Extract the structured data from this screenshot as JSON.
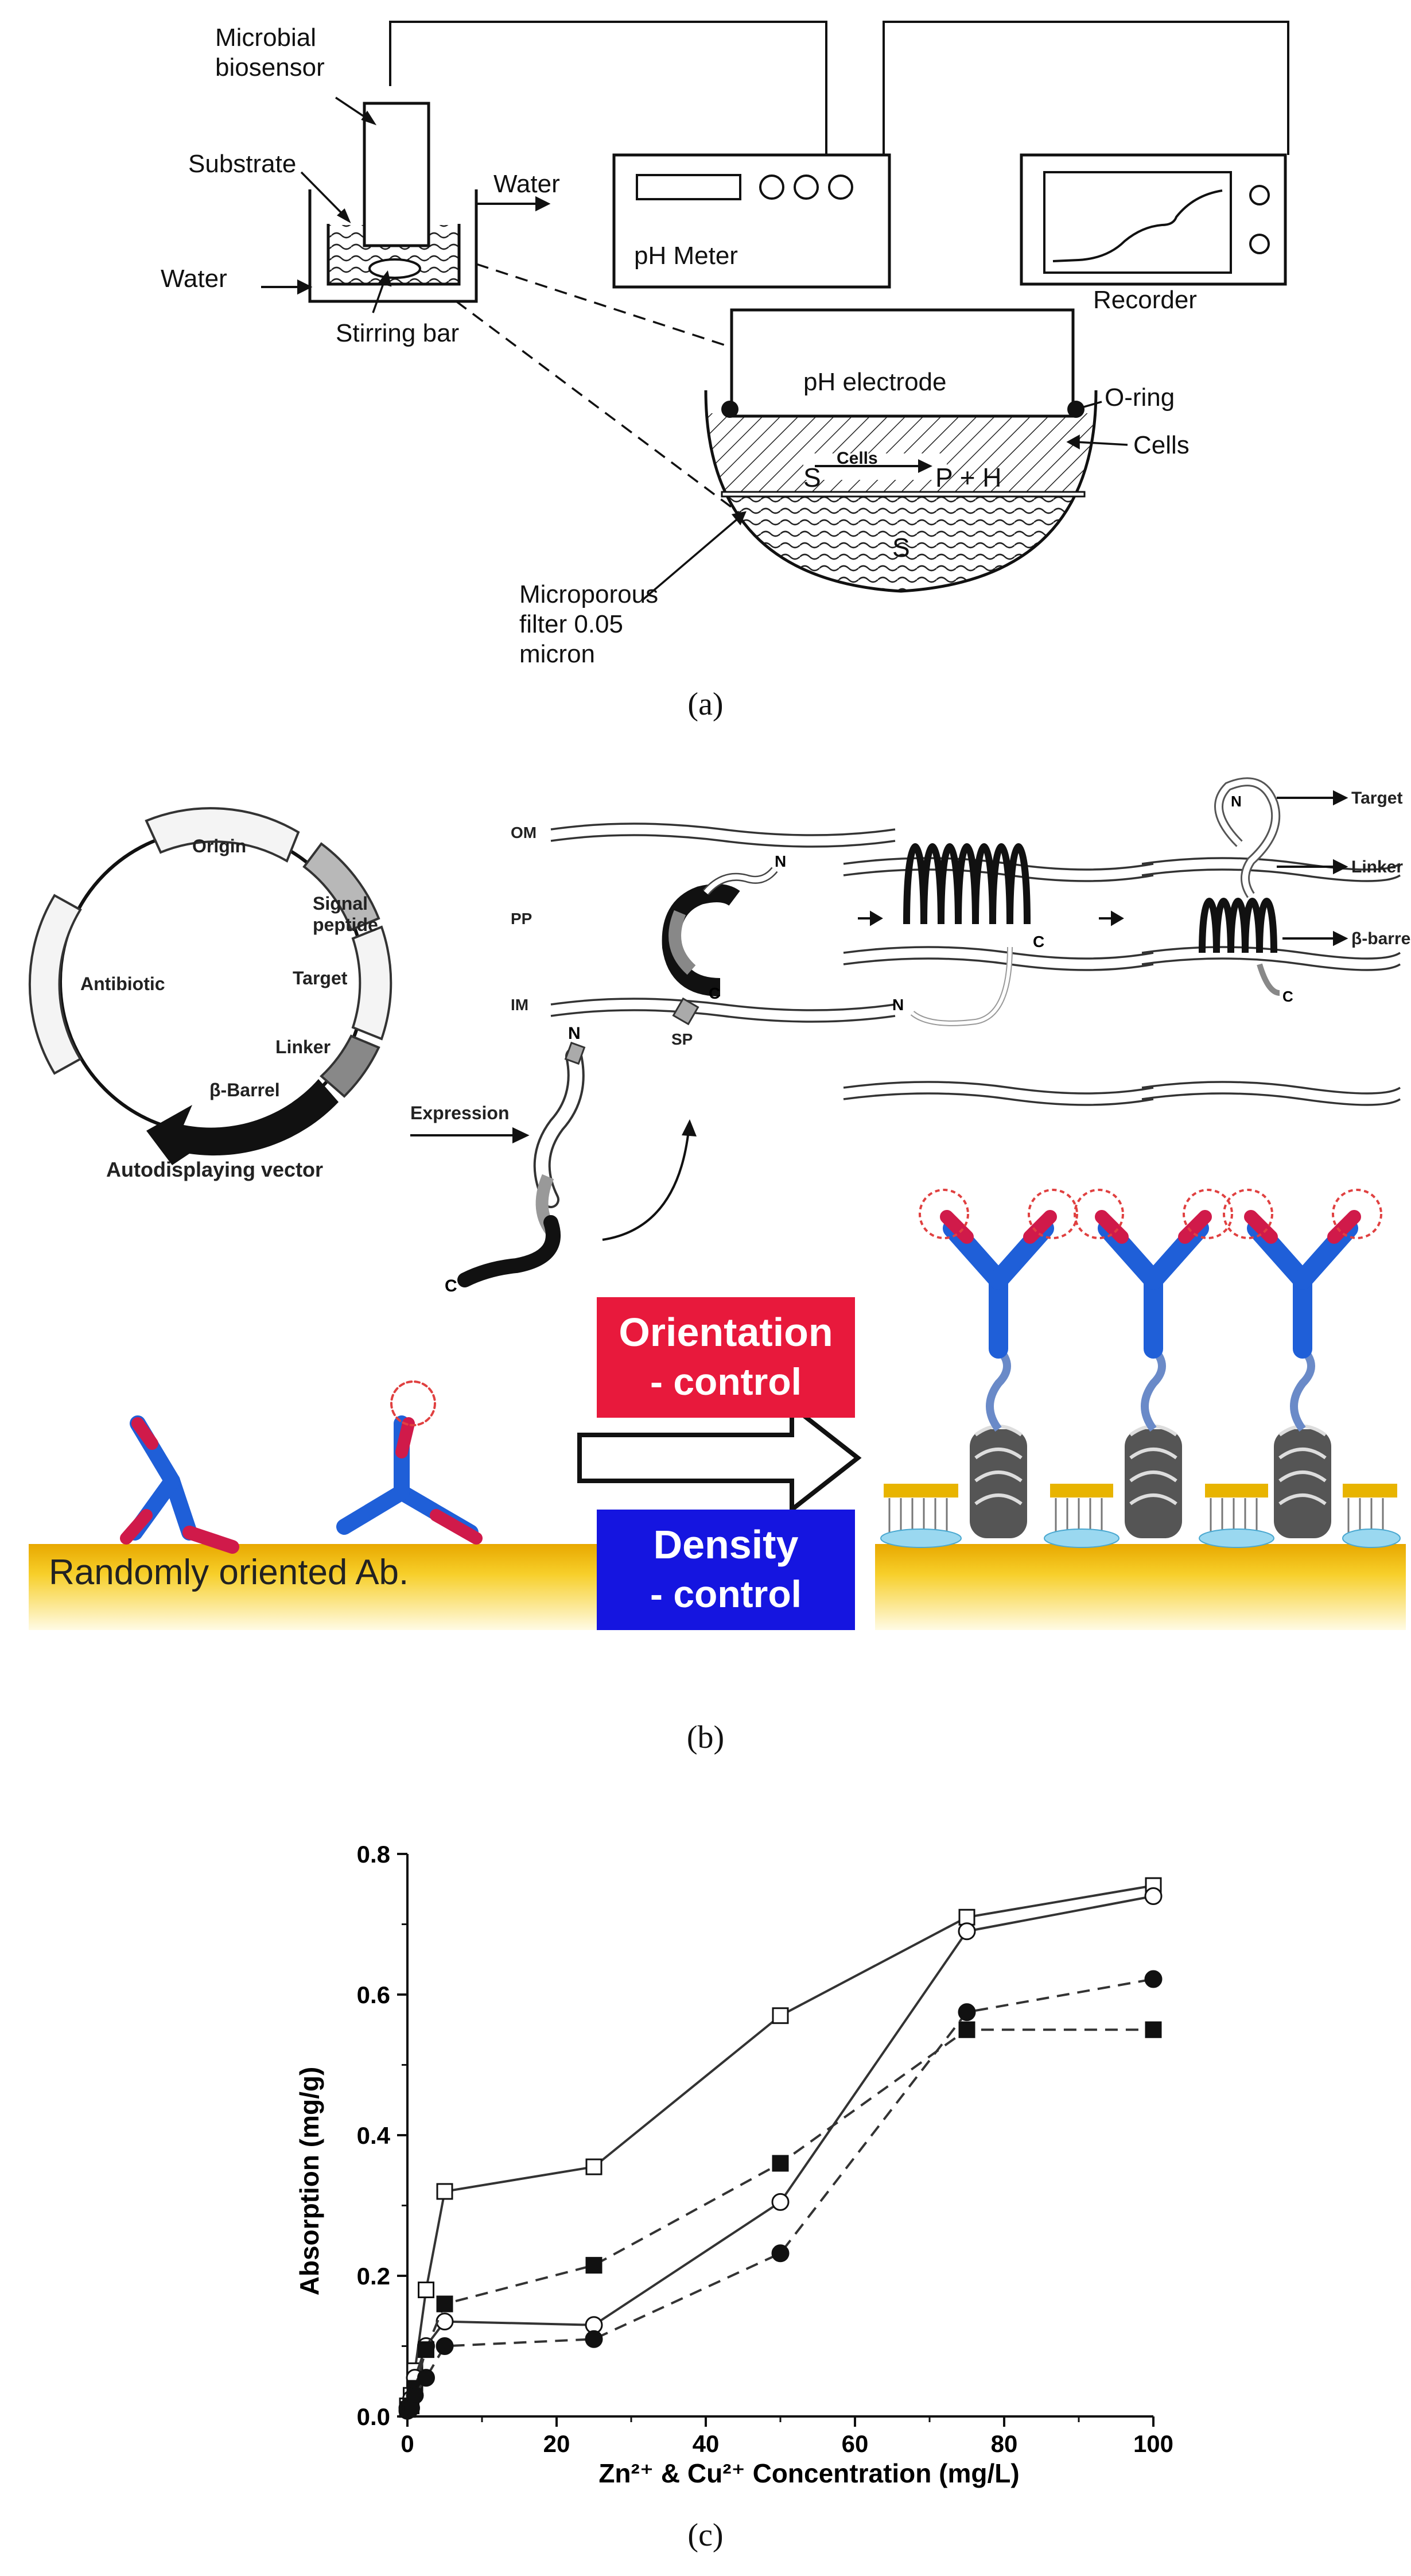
{
  "panel_a": {
    "caption": "(a)",
    "microbial_biosensor_line1": "Microbial",
    "microbial_biosensor_line2": "biosensor",
    "substrate": "Substrate",
    "water_out": "Water",
    "water_in": "Water",
    "stirring_bar": "Stirring bar",
    "ph_meter": "pH Meter",
    "recorder": "Recorder",
    "ph_electrode": "pH electrode",
    "o_ring": "O-ring",
    "cells": "Cells",
    "cells_inner": "Cells",
    "reaction_s": "S",
    "reaction_products": "P + H",
    "s_lower": "S",
    "filter_line1": "Microporous",
    "filter_line2": "filter 0.05",
    "filter_line3": "micron"
  },
  "panel_b": {
    "caption": "(b)",
    "origin": "Origin",
    "signal_peptide_line1": "Signal",
    "signal_peptide_line2": "peptide",
    "antibiotic": "Antibiotic",
    "target": "Target",
    "linker": "Linker",
    "beta_barrel": "β-Barrel",
    "vector": "Autodisplaying vector",
    "expression": "Expression",
    "om": "OM",
    "pp": "PP",
    "im": "IM",
    "sp": "SP",
    "n1": "N",
    "c1": "C",
    "n2": "N",
    "c2": "C",
    "n3": "N",
    "c3": "C",
    "n4": "N",
    "c4": "C",
    "right_target": "Target",
    "right_linker": "Linker",
    "right_barrel": "β-barrel",
    "orientation_line1": "Orientation",
    "orientation_line2": "- control",
    "density_line1": "Density",
    "density_line2": "- control",
    "random_ab": "Randomly oriented Ab.",
    "colors": {
      "red_box": "#e8193c",
      "blue_box": "#1515e0",
      "gold_surface": "#f5c518"
    }
  },
  "panel_c": {
    "caption": "(c)"
  },
  "chart_data": {
    "type": "line",
    "xlabel": "Zn²⁺ & Cu²⁺ Concentration (mg/L)",
    "ylabel": "Absorption (mg/g)",
    "xlim": [
      0,
      100
    ],
    "ylim": [
      0,
      0.8
    ],
    "xticks": [
      "0",
      "20",
      "40",
      "60",
      "80",
      "100"
    ],
    "yticks": [
      "0.0",
      "0.2",
      "0.4",
      "0.6",
      "0.8"
    ],
    "grid": false,
    "series": [
      {
        "marker": "open-square",
        "line": "solid",
        "x": [
          0,
          0.5,
          1,
          2.5,
          5,
          25,
          50,
          75,
          100
        ],
        "y": [
          0.015,
          0.03,
          0.065,
          0.18,
          0.32,
          0.355,
          0.57,
          0.71,
          0.755
        ]
      },
      {
        "marker": "open-circle",
        "line": "solid",
        "x": [
          0,
          0.5,
          1,
          2.5,
          5,
          25,
          50,
          75,
          100
        ],
        "y": [
          0.012,
          0.025,
          0.055,
          0.1,
          0.135,
          0.13,
          0.305,
          0.69,
          0.74
        ]
      },
      {
        "marker": "filled-square",
        "line": "dashed",
        "x": [
          0,
          0.5,
          1,
          2.5,
          5,
          25,
          50,
          75,
          100
        ],
        "y": [
          0.01,
          0.015,
          0.04,
          0.095,
          0.16,
          0.215,
          0.36,
          0.55,
          0.55
        ]
      },
      {
        "marker": "filled-circle",
        "line": "dashed",
        "x": [
          0,
          0.5,
          1,
          2.5,
          5,
          25,
          50,
          75,
          100
        ],
        "y": [
          0.008,
          0.012,
          0.03,
          0.055,
          0.1,
          0.11,
          0.232,
          0.575,
          0.622
        ]
      }
    ]
  }
}
